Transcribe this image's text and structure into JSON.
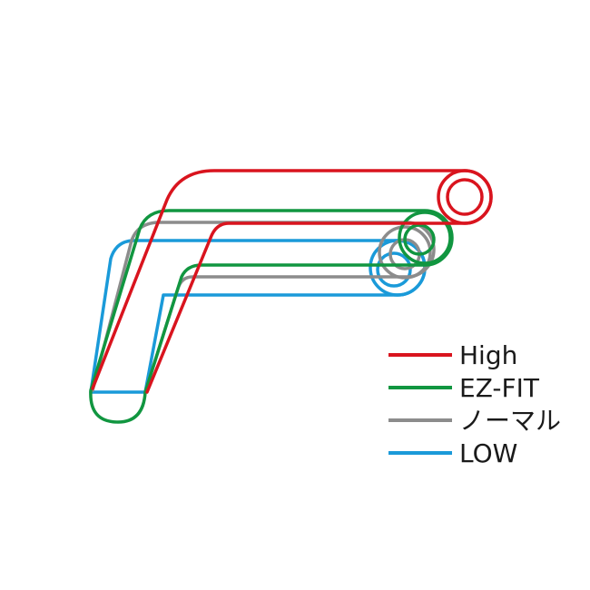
{
  "colors": {
    "high": "#d9141e",
    "ezfit": "#119640",
    "normal": "#8c8c8c",
    "low": "#1a9ad9"
  },
  "legend": {
    "items": [
      {
        "key": "high",
        "label": "High"
      },
      {
        "key": "ezfit",
        "label": "EZ-FIT"
      },
      {
        "key": "normal",
        "label": "ノーマル"
      },
      {
        "key": "low",
        "label": "LOW"
      }
    ]
  }
}
